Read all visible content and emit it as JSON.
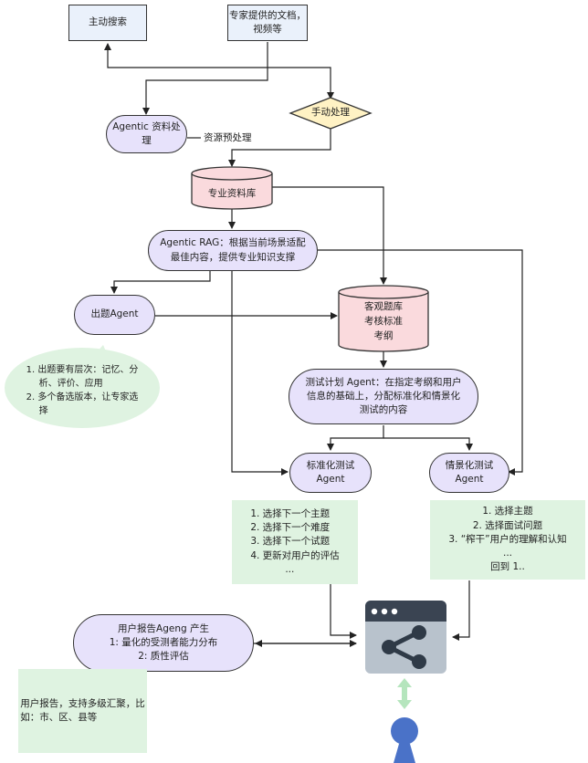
{
  "nodes": {
    "active_search": "主动搜索",
    "expert_docs": [
      "专家提供的文档，",
      "视频等"
    ],
    "manual": "手动处理",
    "agentic_proc": [
      "Agentic 资料处",
      "理"
    ],
    "preprocess_label": "资源预处理",
    "pro_db": "专业资料库",
    "agentic_rag": [
      "Agentic RAG：根据当前场景适配",
      "最佳内容，提供专业知识支撑"
    ],
    "question_agent": "出题Agent",
    "question_note": [
      "1. 出题要有层次：记忆、分",
      "析、评价、应用",
      "2. 多个备选版本，让专家选",
      "择"
    ],
    "objective_db": [
      "客观题库",
      "考核标准",
      "考纲"
    ],
    "test_plan": [
      "测试计划 Agent：在指定考纲和用户",
      "信息的基础上，分配标准化和情景化",
      "测试的内容"
    ],
    "std_agent": [
      "标准化测试",
      "Agent"
    ],
    "ctx_agent": [
      "情景化测试",
      "Agent"
    ],
    "std_note": [
      "1. 选择下一个主题",
      "2. 选择下一个难度",
      "3. 选择下一个试题",
      "4. 更新对用户的评估",
      "..."
    ],
    "ctx_note": [
      "1. 选择主题",
      "2. 选择面试问题",
      "3. “榨干”用户的理解和认知",
      "...",
      "回到 1.."
    ],
    "report_agent": [
      "用户报告Ageng 产生",
      "1: 量化的受测者能力分布",
      "2: 质性评估"
    ],
    "report_note": [
      "用户报告，支持多级汇聚，比",
      "如：市、区、县等"
    ]
  },
  "colors": {
    "blue_box": "#eaf1fb",
    "purple_pill": "#e7e2fb",
    "yellow_diamond": "#fff2c4",
    "pink_cylinder": "#fadadd",
    "green_note": "#dff3e1",
    "share_icon_bg": "#b8c2cc",
    "share_icon_top": "#3a4452",
    "share_glyph": "#2f3a47",
    "user_icon": "#4a72c8",
    "user_arrow": "#b5e5bd"
  },
  "icons": [
    "share-icon",
    "user-icon"
  ]
}
